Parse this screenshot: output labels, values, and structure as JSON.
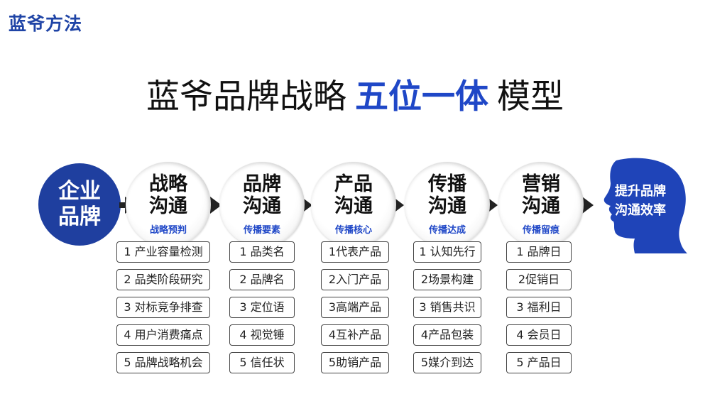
{
  "brand": "蓝爷方法",
  "title": {
    "prefix": "蓝爷品牌战略",
    "highlight": "五位一体",
    "suffix": "模型"
  },
  "start": {
    "line1": "企业",
    "line2": "品牌"
  },
  "stages": [
    {
      "line1": "战略",
      "line2": "沟通",
      "sub": "战略预判",
      "items": [
        "1 产业容量检测",
        "2 品类阶段研究",
        "3 对标竞争排查",
        "4 用户消费痛点",
        "5 品牌战略机会"
      ]
    },
    {
      "line1": "品牌",
      "line2": "沟通",
      "sub": "传播要素",
      "items": [
        "1  品类名",
        "2  品牌名",
        "3  定位语",
        "4  视觉锤",
        "5  信任状"
      ]
    },
    {
      "line1": "产品",
      "line2": "沟通",
      "sub": "传播核心",
      "items": [
        "1代表产品",
        "2入门产品",
        "3高端产品",
        "4互补产品",
        "5助销产品"
      ]
    },
    {
      "line1": "传播",
      "line2": "沟通",
      "sub": "传播达成",
      "items": [
        "1 认知先行",
        "2场景构建",
        "3 销售共识",
        "4产品包装",
        "5媒介到达"
      ]
    },
    {
      "line1": "营销",
      "line2": "沟通",
      "sub": "传播留痕",
      "items": [
        "1 品牌日",
        "2促销日",
        "3 福利日",
        "4 会员日",
        "5 产品日"
      ]
    }
  ],
  "end": {
    "line1": "提升品牌",
    "line2": "沟通效率"
  },
  "colors": {
    "brand": "#1f44a6",
    "accent": "#1f47c7",
    "start_fill": "#1f3f9f",
    "head_fill": "#1f44b8"
  }
}
